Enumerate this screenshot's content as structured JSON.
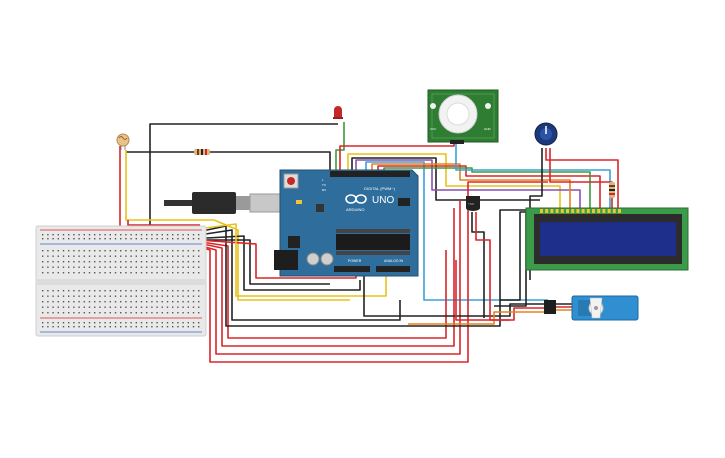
{
  "arduino": {
    "brand": "ARDUINO",
    "model": "UNO",
    "digital_label": "DIGITAL (PWM~)",
    "power_label": "POWER",
    "analog_label": "ANALOG IN",
    "tx_label": "TX",
    "rx_label": "RX",
    "l_label": "L",
    "on_label": "ON",
    "board_color": "#2f6e9c"
  },
  "pir": {
    "left_text": "VCC",
    "right_text": "GND"
  },
  "temp_sensor": {
    "label": "TMP"
  },
  "colors": {
    "wire_red": "#d9262b",
    "wire_black": "#222222",
    "wire_yellow": "#e8c21b",
    "wire_green": "#3d9b35",
    "wire_blue": "#3aa0d8",
    "wire_purple": "#8a4fb0",
    "wire_orange": "#e8821b",
    "lcd_board": "#3b9b48",
    "lcd_screen": "#1d2f8a",
    "servo_body": "#2f8fd0",
    "pir_board": "#2e7d32"
  }
}
